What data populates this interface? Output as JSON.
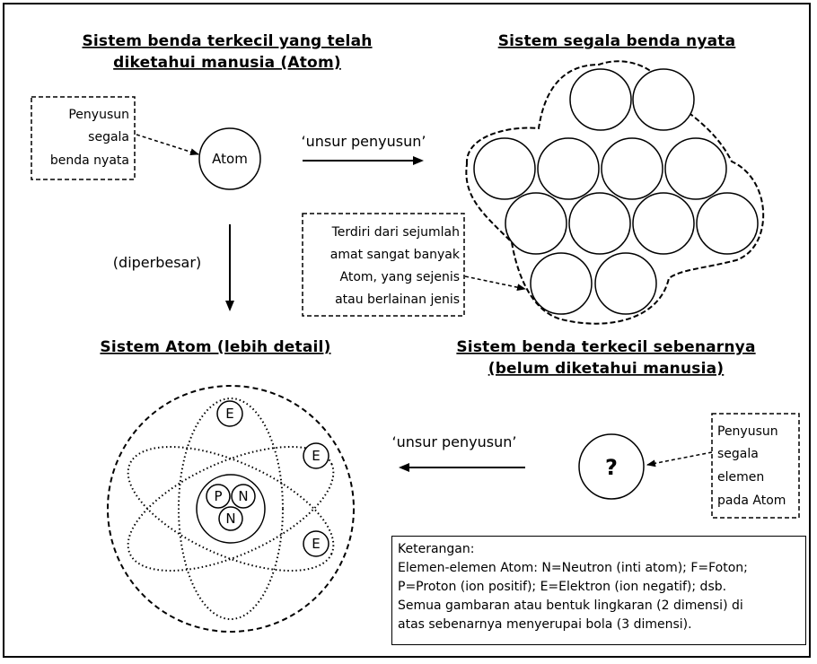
{
  "headings": {
    "atom_known_line1": "Sistem benda terkecil yang telah",
    "atom_known_line2": "diketahui manusia (Atom)",
    "real_objects": "Sistem segala benda nyata",
    "atom_detail": "Sistem Atom (lebih detail)",
    "true_smallest_line1": "Sistem benda terkecil sebenarnya",
    "true_smallest_line2": "(belum diketahui manusia)"
  },
  "notes": {
    "composer_real": [
      "Penyusun",
      "segala",
      "benda nyata"
    ],
    "many_atoms": [
      "Terdiri dari sejumlah",
      "amat sangat banyak",
      "Atom, yang sejenis",
      "atau berlainan jenis"
    ],
    "composer_atom": [
      "Penyusun",
      "segala",
      "elemen",
      "pada Atom"
    ]
  },
  "nodes": {
    "atom": "Atom",
    "unknown": "?",
    "proton": "P",
    "neutron_a": "N",
    "neutron_b": "N",
    "electron": "E"
  },
  "arrows": {
    "constituent_top": "‘unsur penyusun’",
    "enlarged": "(diperbesar)",
    "constituent_bottom": "‘unsur penyusun’"
  },
  "legend": {
    "title": "Keterangan:",
    "line1": "Elemen-elemen Atom: N=Neutron (inti atom); F=Foton;",
    "line2": "P=Proton (ion positif); E=Elektron (ion negatif); dsb.",
    "line3": "Semua gambaran atau bentuk lingkaran (2 dimensi) di",
    "line4": "atas sebenarnya menyerupai bola (3 dimensi)."
  }
}
